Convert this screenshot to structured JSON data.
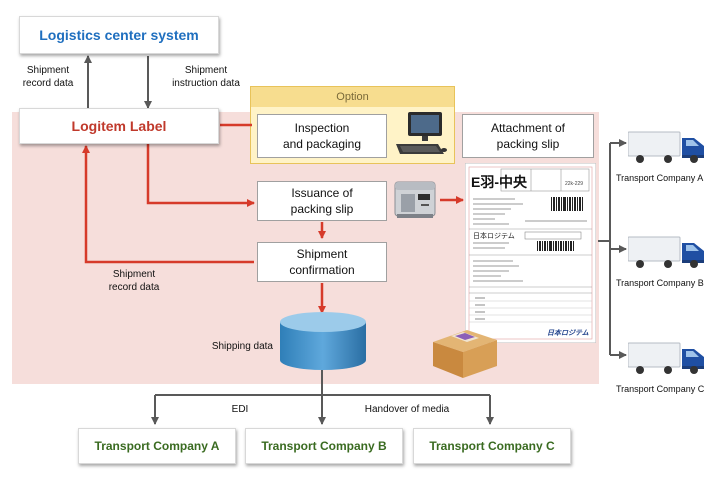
{
  "colors": {
    "blue_title": "#1f6fbf",
    "red": "#c0392b",
    "arrow_red": "#d63a2a",
    "green_text": "#3a6b21",
    "pink_region": "#f6dedb",
    "option_fill": "#fff3c7",
    "option_header": "#f7dd8f",
    "arrow_gray": "#595959"
  },
  "icons": [
    "computer-icon",
    "label-printer-icon",
    "packing-slip-icon",
    "cardboard-box-icon",
    "truck-icon",
    "database-icon"
  ],
  "nodes": {
    "logistics_center": "Logistics center system",
    "logitem_label": "Logitem Label",
    "option_header": "Option",
    "inspection": [
      "Inspection",
      "and packaging"
    ],
    "attachment": [
      "Attachment of",
      "packing slip"
    ],
    "issuance": [
      "Issuance of",
      "packing slip"
    ],
    "shipment_confirmation": [
      "Shipment",
      "confirmation"
    ],
    "shipping_data": "Shipping data"
  },
  "edge_labels": {
    "shipment_record_top": [
      "Shipment",
      "record data"
    ],
    "shipment_instruction": [
      "Shipment",
      "instruction data"
    ],
    "shipment_record_mid": [
      "Shipment",
      "record data"
    ],
    "edi": "EDI",
    "handover": "Handover of media"
  },
  "slip": {
    "big_text": "E羽-中央",
    "footer_brand": "日本ロジテム",
    "company_header": "日本ロジテム",
    "top_right_code": "22k-229"
  },
  "trucks": [
    "Transport Company A",
    "Transport Company B",
    "Transport Company C"
  ],
  "bottom_companies": [
    "Transport Company A",
    "Transport Company B",
    "Transport Company C"
  ]
}
